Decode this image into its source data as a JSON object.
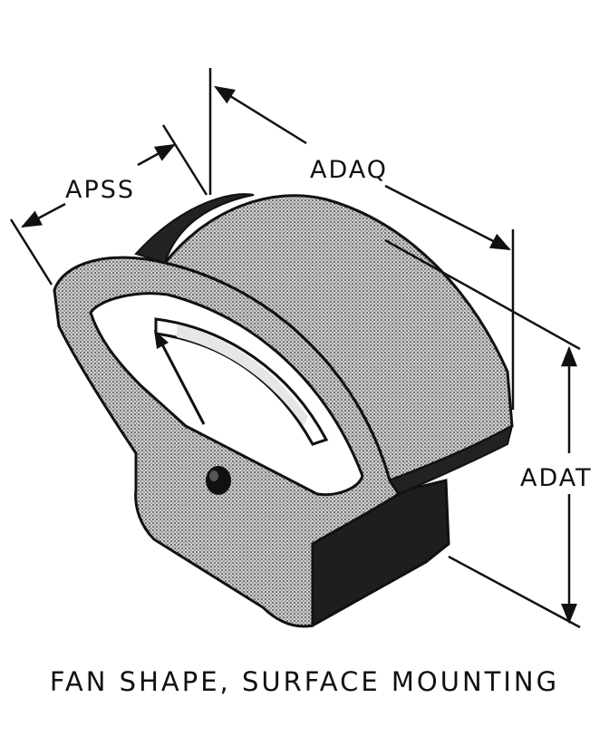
{
  "dimensions": {
    "width_label": "APSS",
    "depth_label": "ADAQ",
    "height_label": "ADAT"
  },
  "caption": "FAN SHAPE, SURFACE MOUNTING",
  "colors": {
    "line": "#111111",
    "shade": "#a9a9a9",
    "dark": "#2a2a2a",
    "paper": "#ffffff"
  }
}
